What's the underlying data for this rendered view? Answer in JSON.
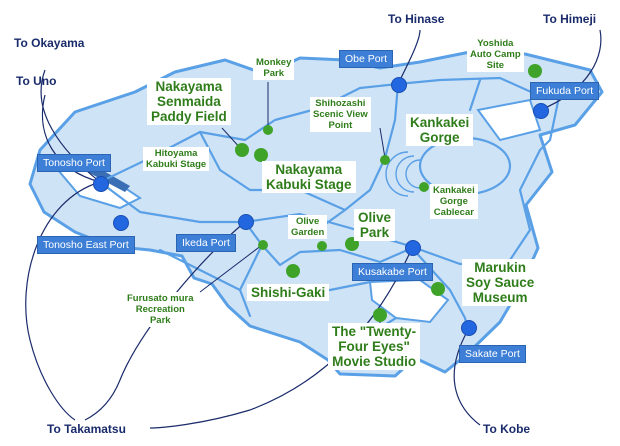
{
  "destinations": {
    "okayama": "To Okayama",
    "uno": "To Uno",
    "hinase": "To Hinase",
    "himeji": "To Himeji",
    "takamatsu": "To Takamatsu",
    "kobe": "To Kobe"
  },
  "ports": {
    "obe": "Obe Port",
    "fukuda": "Fukuda Port",
    "tonosho": "Tonosho Port",
    "tonosho_east": "Tonosho East Port",
    "ikeda": "Ikeda Port",
    "kusakabe": "Kusakabe Port",
    "sakate": "Sakate Port"
  },
  "spots": {
    "monkey_park": "Monkey\nPark",
    "yoshida": "Yoshida\nAuto Camp\nSite",
    "senmaida": "Nakayama\nSenmaida\nPaddy Field",
    "shihozashi": "Shihozashi\nScenic View\nPoint",
    "kankakei_gorge": "Kankakei\nGorge",
    "hitoyama": "Hitoyama\nKabuki Stage",
    "nakayama_kabuki": "Nakayama\nKabuki Stage",
    "kankakei_cablecar": "Kankakei\nGorge\nCablecar",
    "olive_garden": "Olive\nGarden",
    "olive_park": "Olive\nPark",
    "marukin": "Marukin\nSoy Sauce\nMuseum",
    "furusato": "Furusato mura\nRecreation\nPark",
    "shishi_gaki": "Shishi-Gaki",
    "twenty_four_eyes": "The \"Twenty-\nFour Eyes\"\nMovie Studio"
  },
  "colors": {
    "land": "#cfe3f6",
    "land_edge": "#5aa0e6",
    "road": "#5aa0e6",
    "spot_dot": "#3fa32a",
    "port_dot": "#2266e0",
    "port_label_bg": "#3d7fd6",
    "spot_text": "#2f7d1a",
    "destination_text": "#1a2b6b"
  }
}
